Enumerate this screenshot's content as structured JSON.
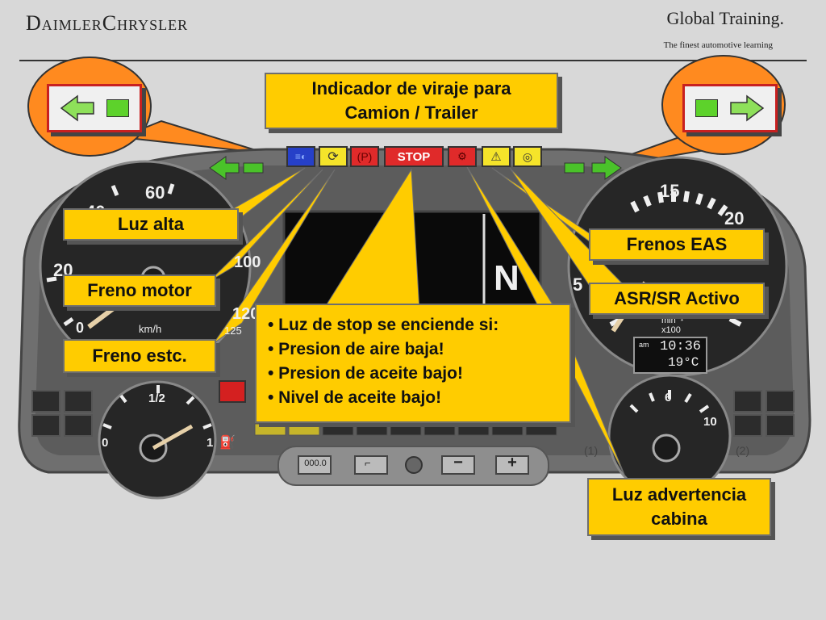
{
  "header": {
    "brand": "DaimlerChrysler",
    "title": "Global Training.",
    "subtitle": "The finest automotive learning"
  },
  "callouts": {
    "turn_indicator": [
      "Indicador de viraje para",
      "Camion / Trailer"
    ],
    "high_beam": "Luz alta",
    "engine_brake": "Freno motor",
    "parking_brake": "Freno estc.",
    "eas_brakes": "Frenos EAS",
    "asr_active": "ASR/SR Activo",
    "cab_warning": [
      "Luz advertencia",
      "cabina"
    ],
    "stop_light": [
      "• Luz de stop se enciende si:",
      "• Presion de aire baja!",
      "• Presion de aceite bajo!",
      "• Nivel de aceite bajo!"
    ]
  },
  "indicators": {
    "stop_label": "STOP"
  },
  "speedometer": {
    "ticks": [
      "0",
      "20",
      "40",
      "60",
      "100",
      "120",
      "125"
    ],
    "unit": "km/h"
  },
  "tachometer": {
    "ticks": [
      "5",
      "15",
      "20"
    ],
    "unit_top": "min⁻¹",
    "unit_bottom": "x100"
  },
  "clock": {
    "am": "am",
    "time": "10:36",
    "temp": "19°C"
  },
  "fuel_gauge": {
    "ticks": [
      "0",
      "1/2",
      "1"
    ]
  },
  "right_small_gauge": {
    "ticks": [
      "6",
      "10"
    ]
  },
  "display": {
    "gear": "N"
  },
  "buttons": {
    "odometer": "000.0",
    "minus": "−",
    "plus": "+"
  },
  "markers": [
    "(1)",
    "(2)"
  ],
  "colors": {
    "callout_fill": "#ffcc00",
    "zoom_circle": "#ff8a1f",
    "arrow_green": "#5dd22b",
    "stop_red": "#e02a2a"
  }
}
